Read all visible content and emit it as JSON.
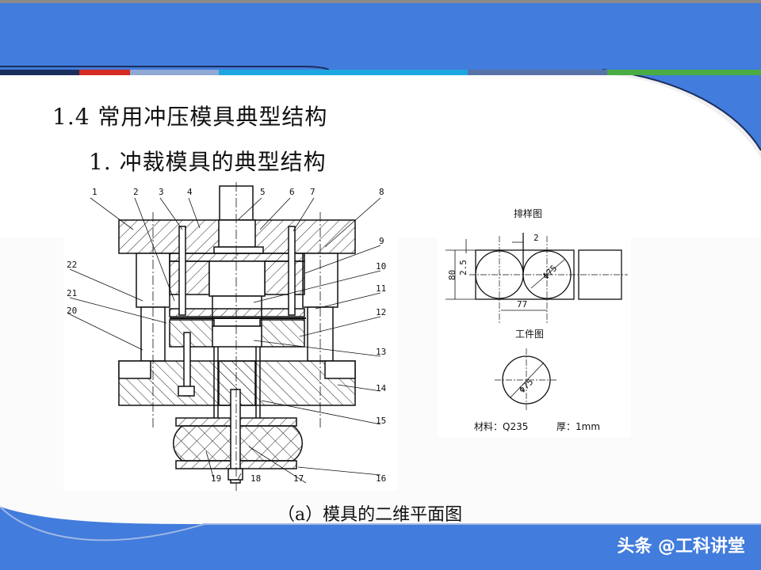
{
  "slide": {
    "title": "1.4 常用冲压模具典型结构",
    "subtitle": "1. 冲裁模具的典型结构",
    "caption": "（a）模具的二维平面图",
    "watermark": "头条 @工科讲堂"
  },
  "colors": {
    "header_blue": "#427cdc",
    "stripe": [
      "#1a2e5e",
      "#d42b22",
      "#8fa8d4",
      "#1ea6e0",
      "#5673a8",
      "#4aac44"
    ],
    "body_bg": "#f0f0f0"
  },
  "main_drawing": {
    "part_labels": [
      "1",
      "2",
      "3",
      "4",
      "5",
      "6",
      "7",
      "8",
      "9",
      "10",
      "11",
      "12",
      "13",
      "14",
      "15",
      "16",
      "17",
      "18",
      "19",
      "20",
      "21",
      "22"
    ]
  },
  "layout_drawing": {
    "title": "排样图",
    "dim_gap": "2",
    "dim_width": "80",
    "dim_edge": "2.5",
    "dim_pitch": "77",
    "dim_diameter": "Φ75"
  },
  "part_drawing": {
    "title": "工件图",
    "dim_diameter": "Φ75",
    "material_label": "材料：Q235",
    "thickness_label": "厚：1mm"
  }
}
